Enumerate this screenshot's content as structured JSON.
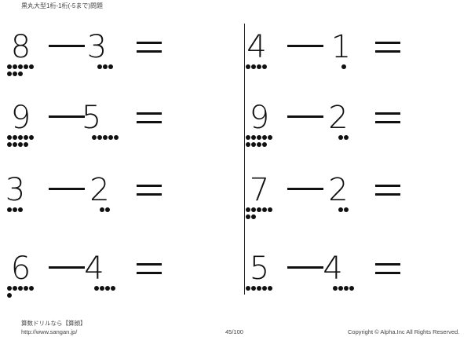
{
  "header": {
    "title": "黒丸大型1桁-1桁(-5まで)問題"
  },
  "problems": [
    {
      "a": "8",
      "b": "3",
      "op": "−",
      "eq": "="
    },
    {
      "a": "9",
      "b": "5",
      "op": "−",
      "eq": "="
    },
    {
      "a": "3",
      "b": "2",
      "op": "−",
      "eq": "="
    },
    {
      "a": "6",
      "b": "4",
      "op": "−",
      "eq": "="
    },
    {
      "a": "4",
      "b": "1",
      "op": "−",
      "eq": "="
    },
    {
      "a": "9",
      "b": "2",
      "op": "−",
      "eq": "="
    },
    {
      "a": "7",
      "b": "2",
      "op": "−",
      "eq": "="
    },
    {
      "a": "5",
      "b": "4",
      "op": "−",
      "eq": "="
    }
  ],
  "footer": {
    "brand": "算数ドリルなら【算顔】",
    "url": "http://www.sangan.jp/",
    "page": "45/100",
    "copyright": "Copyright © Alpha.Inc All Rights Reserved."
  }
}
